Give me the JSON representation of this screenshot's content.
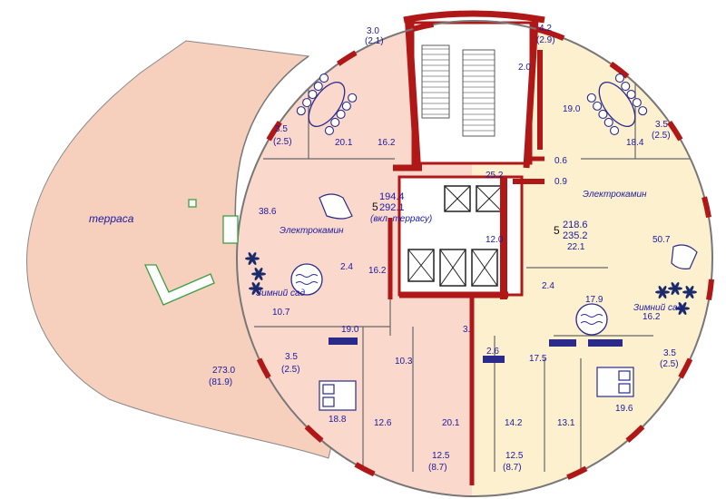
{
  "colors": {
    "wall": "#b01818",
    "left_apartment": "#fbd8cc",
    "right_apartment": "#fdf0cf",
    "terrace": "#f6cfbd",
    "core": "#ffffff",
    "text": "#1a1aa0",
    "furniture": "#2a2a8a",
    "plants": "#1a2a6a",
    "green_accent": "#3aa040"
  },
  "terrace_label": "терраса",
  "left_unit": {
    "number": "5",
    "area_living": "194.4",
    "area_total": "292.1",
    "note": "(вкл. террасу)",
    "terrace_area": "273.0",
    "terrace_area_reduced": "(81.9)",
    "fireplace": "Электрокамин",
    "winter_garden": "Зимний сад"
  },
  "right_unit": {
    "number": "5",
    "area_living": "218.6",
    "area_total": "235.2",
    "fireplace": "Электрокамин",
    "winter_garden": "Зимний сад"
  },
  "room_labels": [
    {
      "id": "l-3-0",
      "text": "3.0"
    },
    {
      "id": "l-2-1",
      "text": "(2.1)"
    },
    {
      "id": "r-4-2",
      "text": "4.2"
    },
    {
      "id": "r-2-9",
      "text": "(2.9)"
    },
    {
      "id": "r-2-0",
      "text": "2.0"
    },
    {
      "id": "l-3-5a",
      "text": "3.5"
    },
    {
      "id": "l-2-5a",
      "text": "(2.5)"
    },
    {
      "id": "l-20-1",
      "text": "20.1"
    },
    {
      "id": "l-16-2a",
      "text": "16.2"
    },
    {
      "id": "r-19-0",
      "text": "19.0"
    },
    {
      "id": "r-3-5a",
      "text": "3.5"
    },
    {
      "id": "r-2-5a",
      "text": "(2.5)"
    },
    {
      "id": "r-18-4",
      "text": "18.4"
    },
    {
      "id": "c-25-2",
      "text": "25.2"
    },
    {
      "id": "r-0-6",
      "text": "0.6"
    },
    {
      "id": "r-0-9",
      "text": "0.9"
    },
    {
      "id": "l-38-6",
      "text": "38.6"
    },
    {
      "id": "c-12-0",
      "text": "12.0"
    },
    {
      "id": "r-22-1",
      "text": "22.1"
    },
    {
      "id": "r-50-7",
      "text": "50.7"
    },
    {
      "id": "l-16-2b",
      "text": "16.2"
    },
    {
      "id": "l-2-4",
      "text": "2.4"
    },
    {
      "id": "r-2-4",
      "text": "2.4"
    },
    {
      "id": "r-17-9",
      "text": "17.9"
    },
    {
      "id": "r-16-2",
      "text": "16.2"
    },
    {
      "id": "l-10-7",
      "text": "10.7"
    },
    {
      "id": "l-19-0",
      "text": "19.0"
    },
    {
      "id": "l-3-8",
      "text": "3."
    },
    {
      "id": "r-2-6",
      "text": "2.6"
    },
    {
      "id": "l-3-5b",
      "text": "3.5"
    },
    {
      "id": "l-2-5b",
      "text": "(2.5)"
    },
    {
      "id": "l-10-3",
      "text": "10.3"
    },
    {
      "id": "r-17-5",
      "text": "17.5"
    },
    {
      "id": "r-3-5b",
      "text": "3.5"
    },
    {
      "id": "r-2-5b",
      "text": "(2.5)"
    },
    {
      "id": "l-18-8",
      "text": "18.8"
    },
    {
      "id": "l-12-6",
      "text": "12.6"
    },
    {
      "id": "l-20-1b",
      "text": "20.1"
    },
    {
      "id": "r-14-2",
      "text": "14.2"
    },
    {
      "id": "r-13-1",
      "text": "13.1"
    },
    {
      "id": "r-19-6",
      "text": "19.6"
    },
    {
      "id": "l-12-5",
      "text": "12.5"
    },
    {
      "id": "l-8-7",
      "text": "(8.7)"
    },
    {
      "id": "r-12-5",
      "text": "12.5"
    },
    {
      "id": "r-8-7",
      "text": "(8.7)"
    }
  ]
}
